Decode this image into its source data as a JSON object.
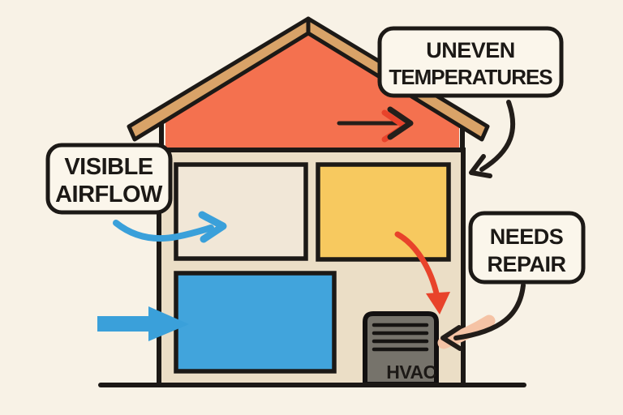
{
  "figure": {
    "description": "Cartoon cross-section of a two-story house illustrating HVAC problems",
    "callouts": {
      "visible_airflow": {
        "line1": "VISIBLE",
        "line2": "AIRFLOW"
      },
      "uneven_temperatures": {
        "line1": "UNEVEN",
        "line2": "TEMPERATURES"
      },
      "needs_repair": {
        "line1": "NEEDS",
        "line2": "REPAIR"
      }
    },
    "hvac_label": "HVAC"
  },
  "colors": {
    "background": "#F8F2E6",
    "outline": "#1C1916",
    "roof_board": "#D9A368",
    "attic_red": "#F4714F",
    "wall_beige": "#EBDEC6",
    "room_cream": "#F1E7D7",
    "room_yellow": "#F7C95F",
    "room_blue": "#41A4DC",
    "hvac_gray": "#76736B",
    "label_bg": "#FBF6EB",
    "arrow_blue": "#3AA0DA",
    "arrow_red": "#E8432B",
    "arrow_black": "#221D19",
    "swoosh_peach": "#F5C3A5"
  }
}
